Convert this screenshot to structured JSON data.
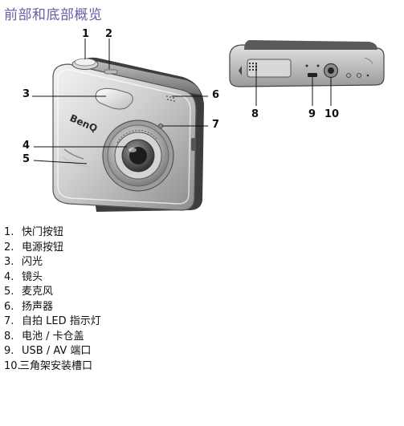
{
  "page": {
    "title": "前部和底部概览"
  },
  "callouts": [
    "1",
    "2",
    "3",
    "4",
    "5",
    "6",
    "7",
    "8",
    "9",
    "10"
  ],
  "camera": {
    "brand": "BenQ"
  },
  "parts": [
    {
      "num": "1.",
      "label": "快门按钮"
    },
    {
      "num": "2.",
      "label": "电源按钮"
    },
    {
      "num": "3.",
      "label": "闪光"
    },
    {
      "num": "4.",
      "label": "镜头"
    },
    {
      "num": "5.",
      "label": "麦克风"
    },
    {
      "num": "6.",
      "label": "扬声器"
    },
    {
      "num": "7.",
      "label": "自拍 LED 指示灯"
    },
    {
      "num": "8.",
      "label": "电池 / 卡仓盖"
    },
    {
      "num": "9.",
      "label": "USB / AV 端口"
    },
    {
      "num": "10.",
      "label": "三角架安装槽口"
    }
  ]
}
